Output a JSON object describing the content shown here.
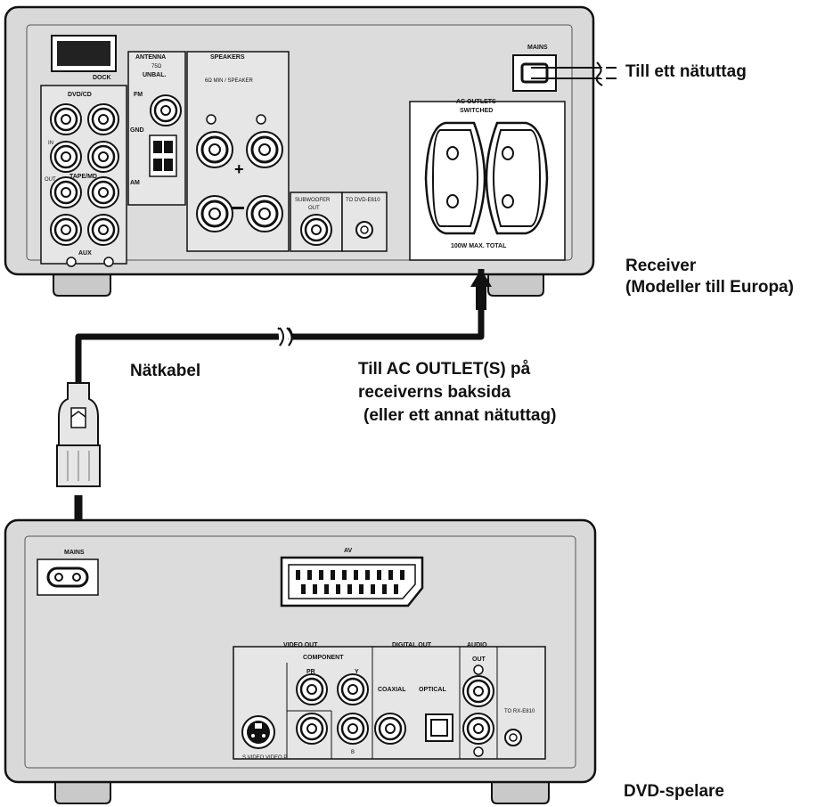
{
  "callouts": {
    "wall_outlet": "Till ett nätuttag",
    "receiver_line1": "Receiver",
    "receiver_line2": "(Modeller till Europa)",
    "power_cable": "Nätkabel",
    "ac_outlet_line1": "Till AC OUTLET(S) på",
    "ac_outlet_line2": "receiverns baksida",
    "ac_outlet_line3": "(eller ett annat nätuttag)",
    "dvd_player": "DVD-spelare"
  },
  "receiver_panel": {
    "dock": "DOCK",
    "antenna": "ANTENNA",
    "antenna_sub1": "75Ω",
    "antenna_sub2": "UNBAL.",
    "fm": "FM",
    "gnd": "GND",
    "am": "AM",
    "speakers": "SPEAKERS",
    "speakers_sub": "6Ω MIN / SPEAKER",
    "dvd_cd": "DVD/CD",
    "in": "IN",
    "out": "OUT",
    "tape_md": "TAPE/MD",
    "aux": "AUX",
    "subwoofer": "SUBWOOFER",
    "subwoofer_out": "OUT",
    "to_dvd": "TO DVD-E810",
    "mains": "MAINS",
    "ac_outlets": "AC OUTLETS",
    "switched": "SWITCHED",
    "max_total": "100W MAX. TOTAL"
  },
  "dvd_panel": {
    "mains": "MAINS",
    "av": "AV",
    "video_out": "VIDEO OUT",
    "component": "COMPONENT",
    "pr": "PR",
    "y": "Y",
    "pb": "B",
    "digital_out": "DIGITAL OUT",
    "coaxial": "COAXIAL",
    "optical": "OPTICAL",
    "audio": "AUDIO",
    "audio_out": "OUT",
    "to_rx": "TO RX-E810",
    "s_video_video": "S VIDEO VIDEO P"
  }
}
